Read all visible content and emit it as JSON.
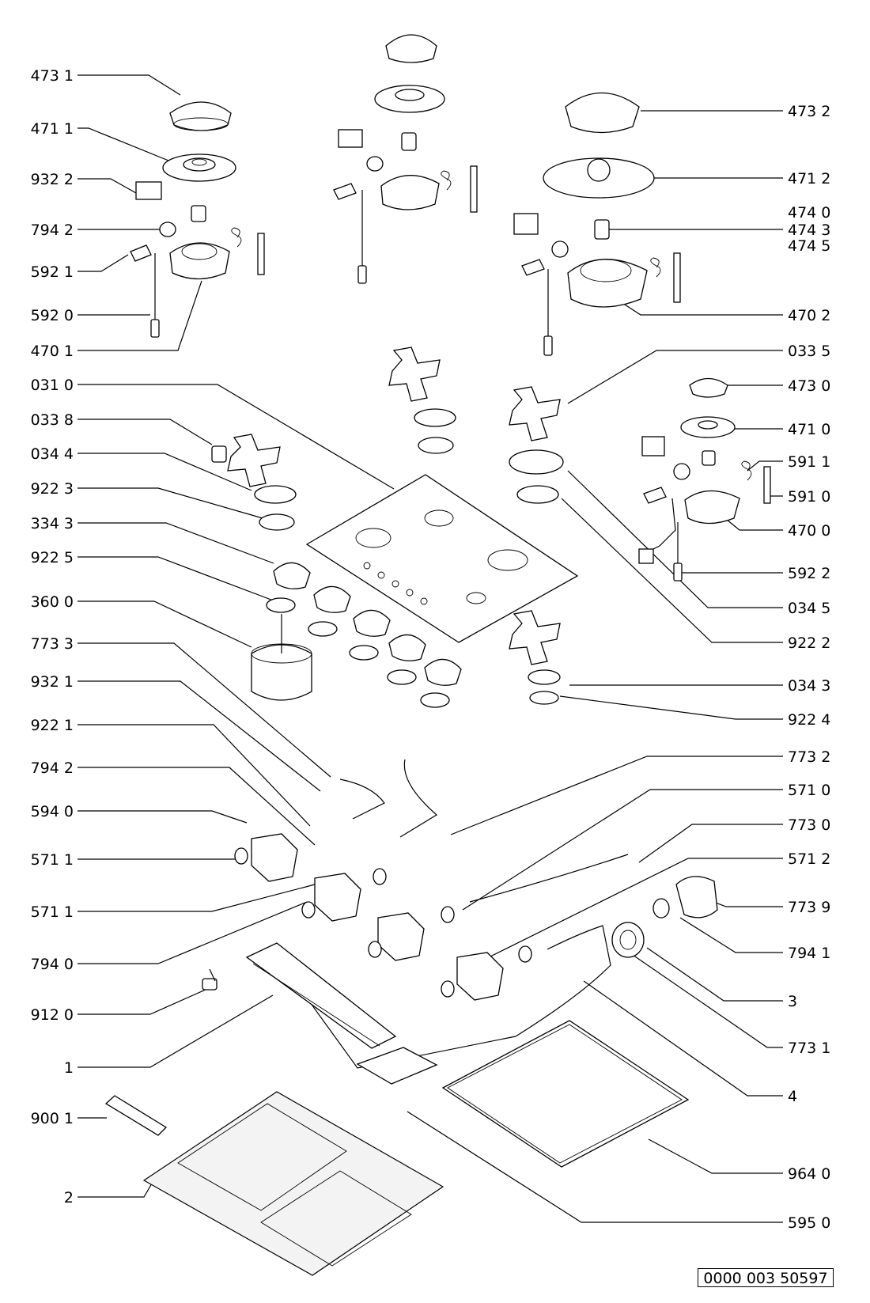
{
  "labels_left": [
    {
      "id": "l1",
      "text": "473 1"
    },
    {
      "id": "l2",
      "text": "471 1"
    },
    {
      "id": "l3",
      "text": "932 2"
    },
    {
      "id": "l4",
      "text": "794 2"
    },
    {
      "id": "l5",
      "text": "592 1"
    },
    {
      "id": "l6",
      "text": "592 0"
    },
    {
      "id": "l7",
      "text": "470 1"
    },
    {
      "id": "l8",
      "text": "031 0"
    },
    {
      "id": "l9",
      "text": "033 8"
    },
    {
      "id": "l10",
      "text": "034 4"
    },
    {
      "id": "l11",
      "text": "922 3"
    },
    {
      "id": "l12",
      "text": "334 3"
    },
    {
      "id": "l13",
      "text": "922 5"
    },
    {
      "id": "l14",
      "text": "360 0"
    },
    {
      "id": "l15",
      "text": "773 3"
    },
    {
      "id": "l16",
      "text": "932 1"
    },
    {
      "id": "l17",
      "text": "922 1"
    },
    {
      "id": "l18",
      "text": "794 2"
    },
    {
      "id": "l19",
      "text": "594 0"
    },
    {
      "id": "l20",
      "text": "571 1"
    },
    {
      "id": "l21",
      "text": "571 1"
    },
    {
      "id": "l22",
      "text": "794 0"
    },
    {
      "id": "l23",
      "text": "912 0"
    },
    {
      "id": "l24",
      "text": "1"
    },
    {
      "id": "l25",
      "text": "900 1"
    },
    {
      "id": "l26",
      "text": "2"
    }
  ],
  "labels_right": [
    {
      "id": "r1",
      "text": "473 2"
    },
    {
      "id": "r2",
      "text": "471 2"
    },
    {
      "id": "r3",
      "text": "474 0"
    },
    {
      "id": "r4",
      "text": "474 3"
    },
    {
      "id": "r5",
      "text": "474 5"
    },
    {
      "id": "r6",
      "text": "470 2"
    },
    {
      "id": "r7",
      "text": "033 5"
    },
    {
      "id": "r8",
      "text": "473 0"
    },
    {
      "id": "r9",
      "text": "471 0"
    },
    {
      "id": "r10",
      "text": "591 1"
    },
    {
      "id": "r11",
      "text": "591 0"
    },
    {
      "id": "r12",
      "text": "470 0"
    },
    {
      "id": "r13",
      "text": "592 2"
    },
    {
      "id": "r14",
      "text": "034 5"
    },
    {
      "id": "r15",
      "text": "922 2"
    },
    {
      "id": "r16",
      "text": "034 3"
    },
    {
      "id": "r17",
      "text": "922 4"
    },
    {
      "id": "r18",
      "text": "773 2"
    },
    {
      "id": "r19",
      "text": "571 0"
    },
    {
      "id": "r20",
      "text": "773 0"
    },
    {
      "id": "r21",
      "text": "571 2"
    },
    {
      "id": "r22",
      "text": "773 9"
    },
    {
      "id": "r23",
      "text": "794 1"
    },
    {
      "id": "r24",
      "text": "3"
    },
    {
      "id": "r25",
      "text": "773 1"
    },
    {
      "id": "r26",
      "text": "4"
    },
    {
      "id": "r27",
      "text": "964 0"
    },
    {
      "id": "r28",
      "text": "595 0"
    }
  ],
  "document_number": "0000 003 50597"
}
